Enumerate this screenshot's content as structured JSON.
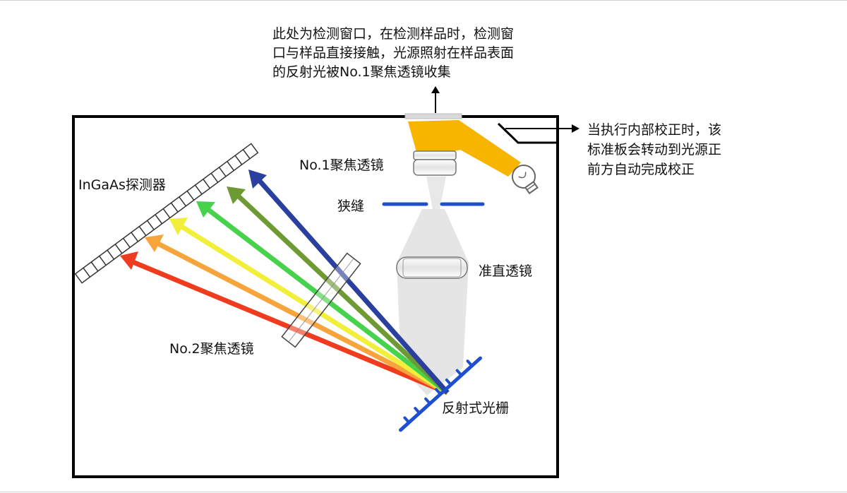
{
  "annotations": {
    "window_note": [
      "此处为检测窗口，在检测样品时，检测窗",
      "口与样品直接接触，光源照射在样品表面",
      "的反射光被No.1聚焦透镜收集"
    ],
    "calibration_note": [
      "当执行内部校正时，该",
      "标准板会转动到光源正",
      "前方自动完成校正"
    ]
  },
  "labels": {
    "focus_lens_1": "No.1聚焦透镜",
    "slit": "狭缝",
    "collimating_lens": "准直透镜",
    "detector": "InGaAs探测器",
    "focus_lens_2": "No.2聚焦透镜",
    "grating": "反射式光栅"
  },
  "colors": {
    "box_border": "#000000",
    "light_beam": "#f7b500",
    "grating_and_slit": "#1d4fd0",
    "ray_red": "#f03c1e",
    "ray_orange": "#f7a43c",
    "ray_yellow": "#f2ef3a",
    "ray_green": "#46d24b",
    "ray_olive": "#6e9a34",
    "ray_blue": "#2a3f9e"
  },
  "icons": {
    "light_source": "light-bulb-icon"
  }
}
